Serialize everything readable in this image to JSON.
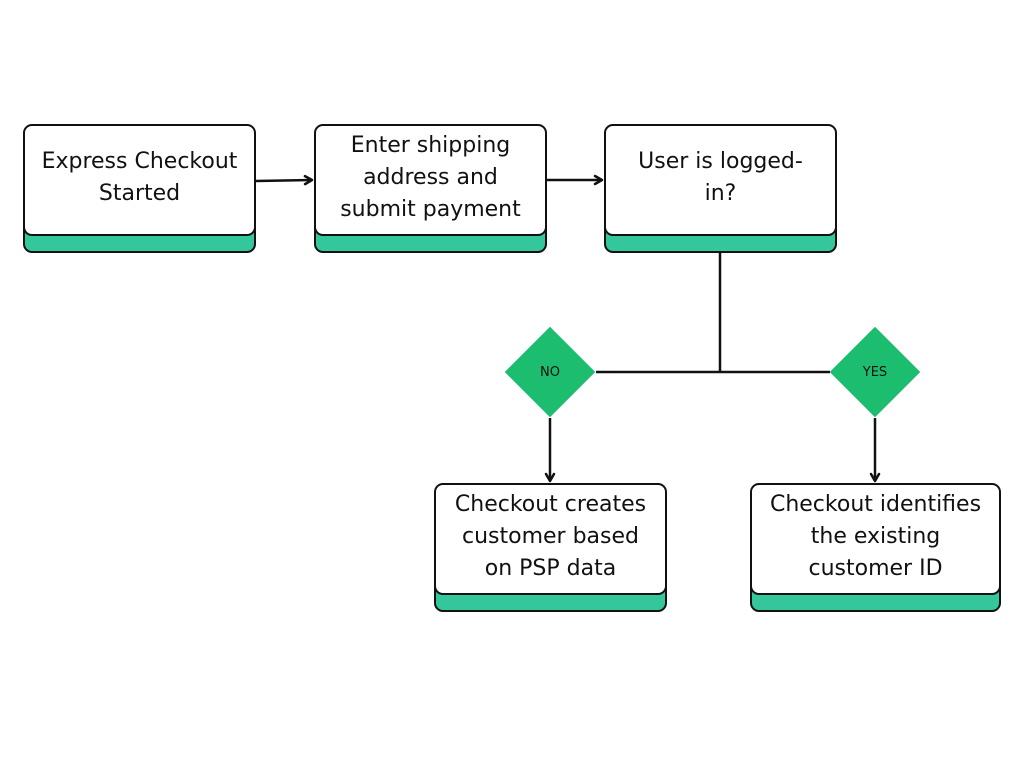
{
  "colors": {
    "accent": "#34c79c",
    "decision": "#1dbd70",
    "stroke": "#111111",
    "background": "#ffffff"
  },
  "nodes": {
    "start": {
      "label": "Express Checkout\nStarted"
    },
    "shipping": {
      "label": "Enter shipping\naddress and\nsubmit payment"
    },
    "logged_in": {
      "label": "User is logged-\nin?"
    },
    "create_customer": {
      "label": "Checkout creates\ncustomer based\non PSP data"
    },
    "identify_customer": {
      "label": "Checkout identifies\nthe existing\ncustomer ID"
    }
  },
  "decisions": {
    "no": {
      "label": "NO"
    },
    "yes": {
      "label": "YES"
    }
  }
}
